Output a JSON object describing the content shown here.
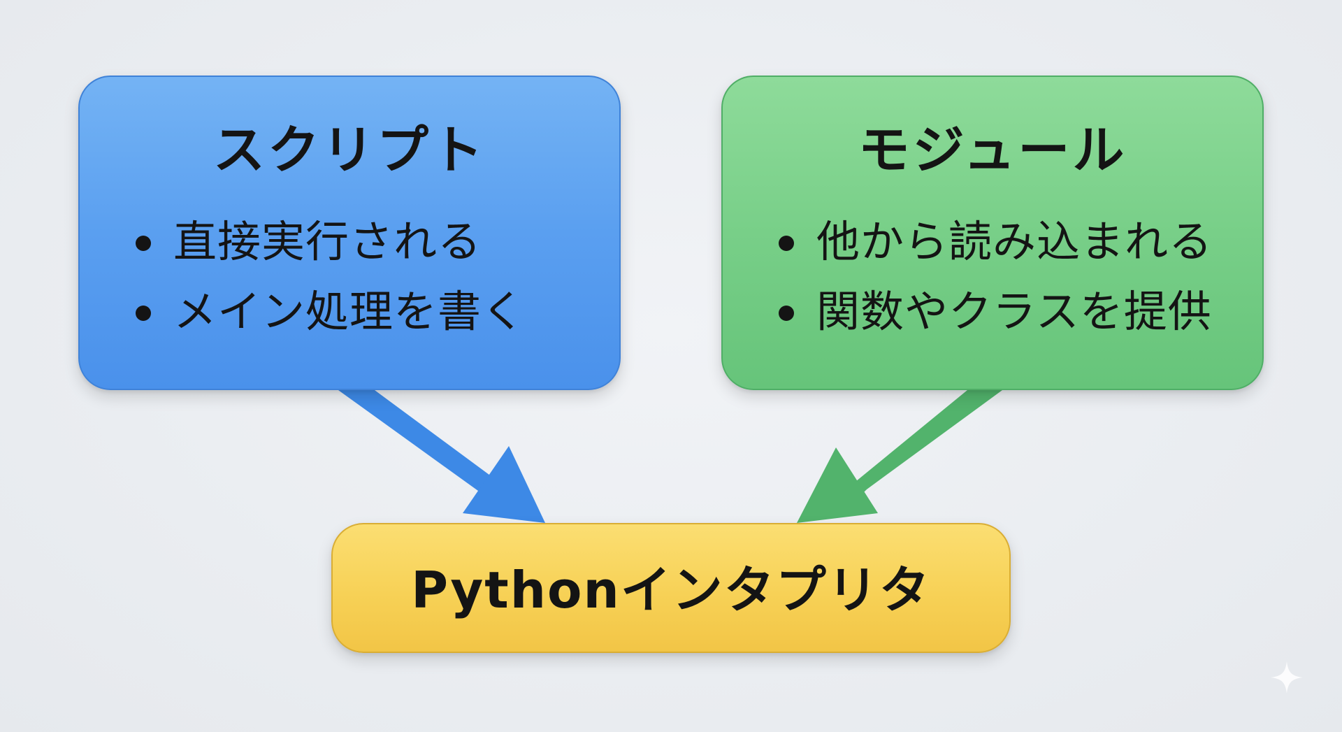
{
  "diagram": {
    "script_box": {
      "title": "スクリプト",
      "items": [
        "直接実行される",
        "メイン処理を書く"
      ],
      "color": "#5a9ff0"
    },
    "module_box": {
      "title": "モジュール",
      "items": [
        "他から読み込まれる",
        "関数やクラスを提供"
      ],
      "color": "#78cf88"
    },
    "interpreter_box": {
      "label": "Pythonインタプリタ",
      "color": "#f7d156"
    },
    "arrows": {
      "script_to_interpreter_color": "#3d89e6",
      "module_to_interpreter_color": "#52b36c"
    }
  }
}
